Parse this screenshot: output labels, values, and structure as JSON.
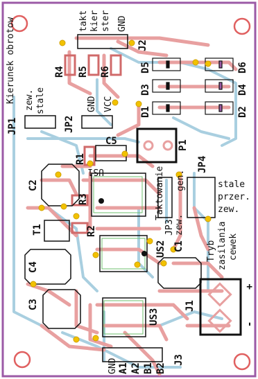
{
  "colors": {
    "board_bg": "#ffffff",
    "board_border": "#9b5aa6",
    "track_top": "#e8a0a0",
    "track_bottom": "#a9cfe0",
    "pad": "#f2c200",
    "silk": "#111111",
    "mounting_hole": "#e06060"
  },
  "connectors": {
    "jp1": {
      "ref": "JP1",
      "title": "Kierunek obrotow",
      "opt1": "zew.",
      "opt2": "stale"
    },
    "jp2": {
      "ref": "JP2",
      "pin1": "GND",
      "pin2": "VCC"
    },
    "j2": {
      "ref": "J2",
      "pins": [
        "takt",
        "kier",
        "ster",
        "GND"
      ]
    },
    "jp3": {
      "ref": "JP3",
      "title": "Taktowanie",
      "opt1": "zew.",
      "opt2": "gen."
    },
    "jp4": {
      "ref": "JP4",
      "opt1": "stale",
      "opt2": "przer.",
      "opt3": "zew."
    },
    "mode": {
      "line1": "Tryb",
      "line2": "zasilania",
      "line3": "cewek"
    },
    "j1": {
      "ref": "J1",
      "plus": "+",
      "minus": "-"
    },
    "j3": {
      "ref": "J3",
      "pins": [
        "GND",
        "A1",
        "A2",
        "B1",
        "B2"
      ]
    }
  },
  "resistors": [
    "R1",
    "R2",
    "R3",
    "R4",
    "R5",
    "R6"
  ],
  "capacitors": [
    "C1",
    "C2",
    "C3",
    "C4",
    "C5"
  ],
  "diodes": [
    "D1",
    "D2",
    "D3",
    "D4",
    "D5",
    "D6"
  ],
  "ics": [
    "US1",
    "US2",
    "US3"
  ],
  "misc": {
    "t1": "T1",
    "p1": "P1"
  }
}
